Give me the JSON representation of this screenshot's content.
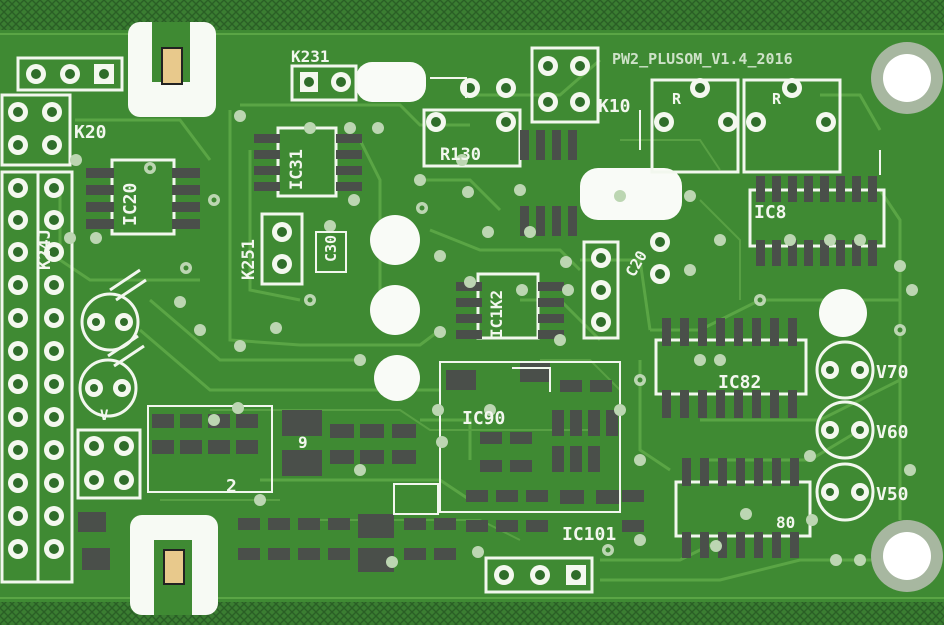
{
  "image": {
    "subject": "pcb-board",
    "colors": {
      "board": "#3f8a33",
      "board_dark": "#2f6d2a",
      "border_hatch": "#2a5f25",
      "trace": "#5aa545",
      "copper_pad": "#f4f8ef",
      "silkscreen": "#f2f7ee",
      "smd_pad": "#4a4f4a",
      "hole": "#f9fbf7",
      "via_ring": "#bcd6b2"
    }
  },
  "labels": {
    "k231": "K231",
    "k20": "K20",
    "k10": "K10",
    "k24": "K24J",
    "k251": "K251",
    "ic20": "IC20",
    "ic31": "IC31",
    "ic8": "IC8",
    "ic82": "IC82",
    "ic90": "IC90",
    "ic101": "IC101",
    "ic1k": "IC1K2",
    "r130": "R130",
    "v70": "V70",
    "v60": "V60",
    "v50": "V50",
    "board_title": "PW2_PLUSOM_V1.4_2016",
    "r1": "R",
    "r2": "R",
    "c20": "C20",
    "c30": "C30",
    "n80": "80",
    "n2": "2",
    "n9": "9",
    "v": "V"
  }
}
